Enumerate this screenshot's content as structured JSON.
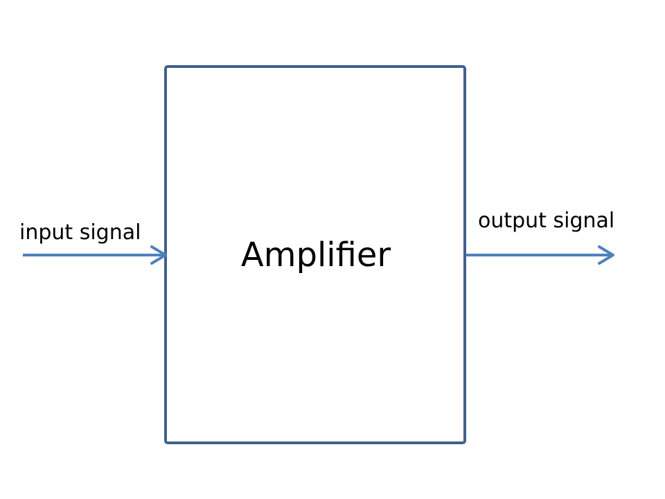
{
  "diagram": {
    "block_label": "Amplifier",
    "input_label": "input signal",
    "output_label": "output signal",
    "colors": {
      "block_border": "#41618c",
      "arrow": "#4f81bd",
      "text": "#000000",
      "background": "#ffffff"
    }
  }
}
